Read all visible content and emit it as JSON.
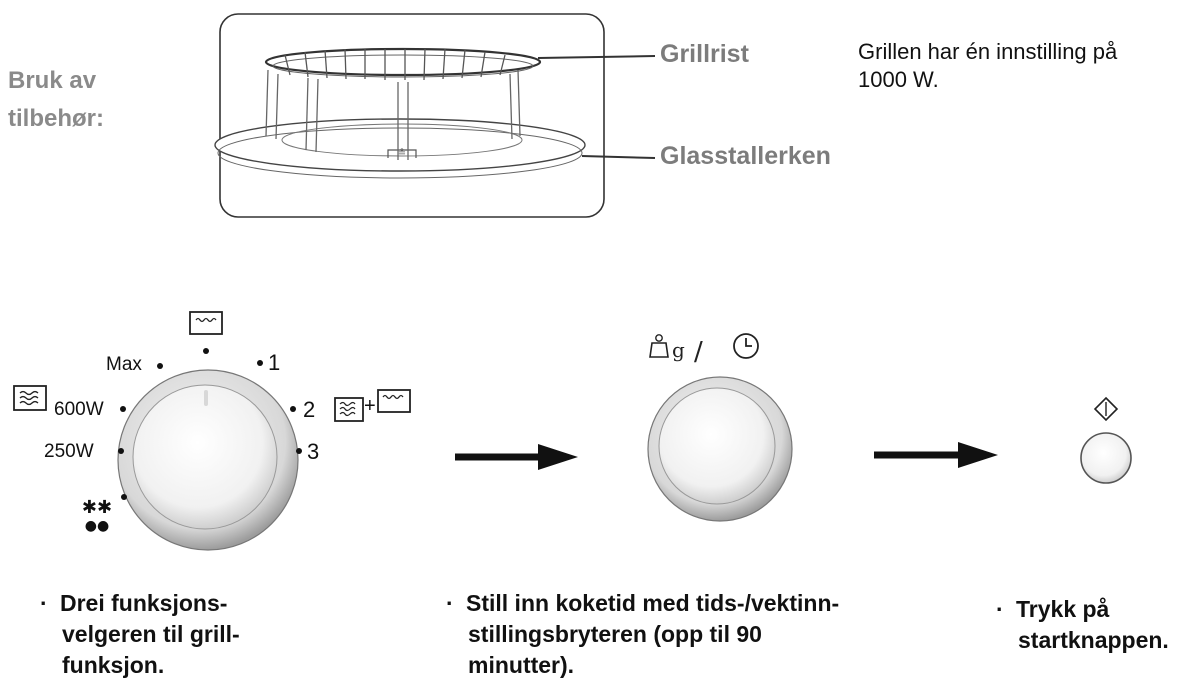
{
  "section": {
    "title_line1": "Bruk av",
    "title_line2": "tilbehør:"
  },
  "callouts": {
    "rack": "Grillrist",
    "plate": "Glasstallerken"
  },
  "info": {
    "line1": "Grillen har én innstilling på",
    "line2": "1000 W."
  },
  "dial_labels": {
    "max": "Max",
    "p600": "600W",
    "p250": "250W",
    "g1": "1",
    "g2": "2",
    "g3": "3",
    "plus": "+"
  },
  "steps": [
    {
      "line1": "Drei funksjons-",
      "line2": "velgeren til grill-",
      "line3": "funksjon."
    },
    {
      "line1": "Still inn koketid med tids-/vektinn-",
      "line2": "stillingsbryteren (opp til 90",
      "line3": "minutter)."
    },
    {
      "line1": "Trykk på",
      "line2": "startknappen."
    }
  ],
  "icons": [
    "grill-icon",
    "microwave-icon",
    "combi-icon",
    "defrost-icon",
    "weight-icon",
    "clock-icon",
    "start-icon"
  ]
}
